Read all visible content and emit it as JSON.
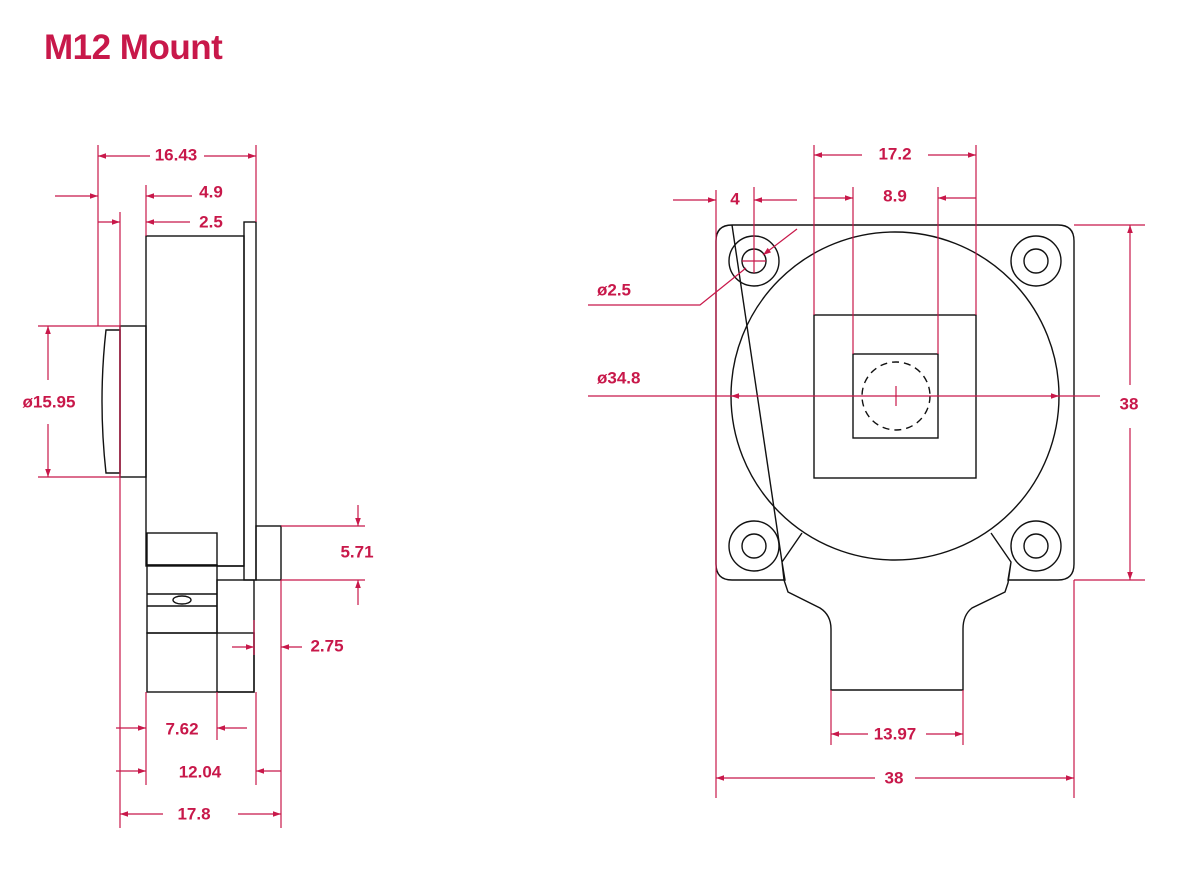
{
  "title": "M12 Mount",
  "accent_color": "#c8184a",
  "side_view": {
    "overall_depth": "16.43",
    "lens_offset": "4.9",
    "flange_offset": "2.5",
    "lens_diameter": "ø15.95",
    "connector_height": "5.71",
    "connector_offset": "2.75",
    "block_width": "7.62",
    "base_width": "12.04",
    "total_width": "17.8"
  },
  "front_view": {
    "outer_square": "17.2",
    "inner_square": "8.9",
    "hole_offset": "4",
    "hole_diameter": "ø2.5",
    "barrel_diameter": "ø34.8",
    "height": "38",
    "tab_width": "13.97",
    "width": "38"
  }
}
